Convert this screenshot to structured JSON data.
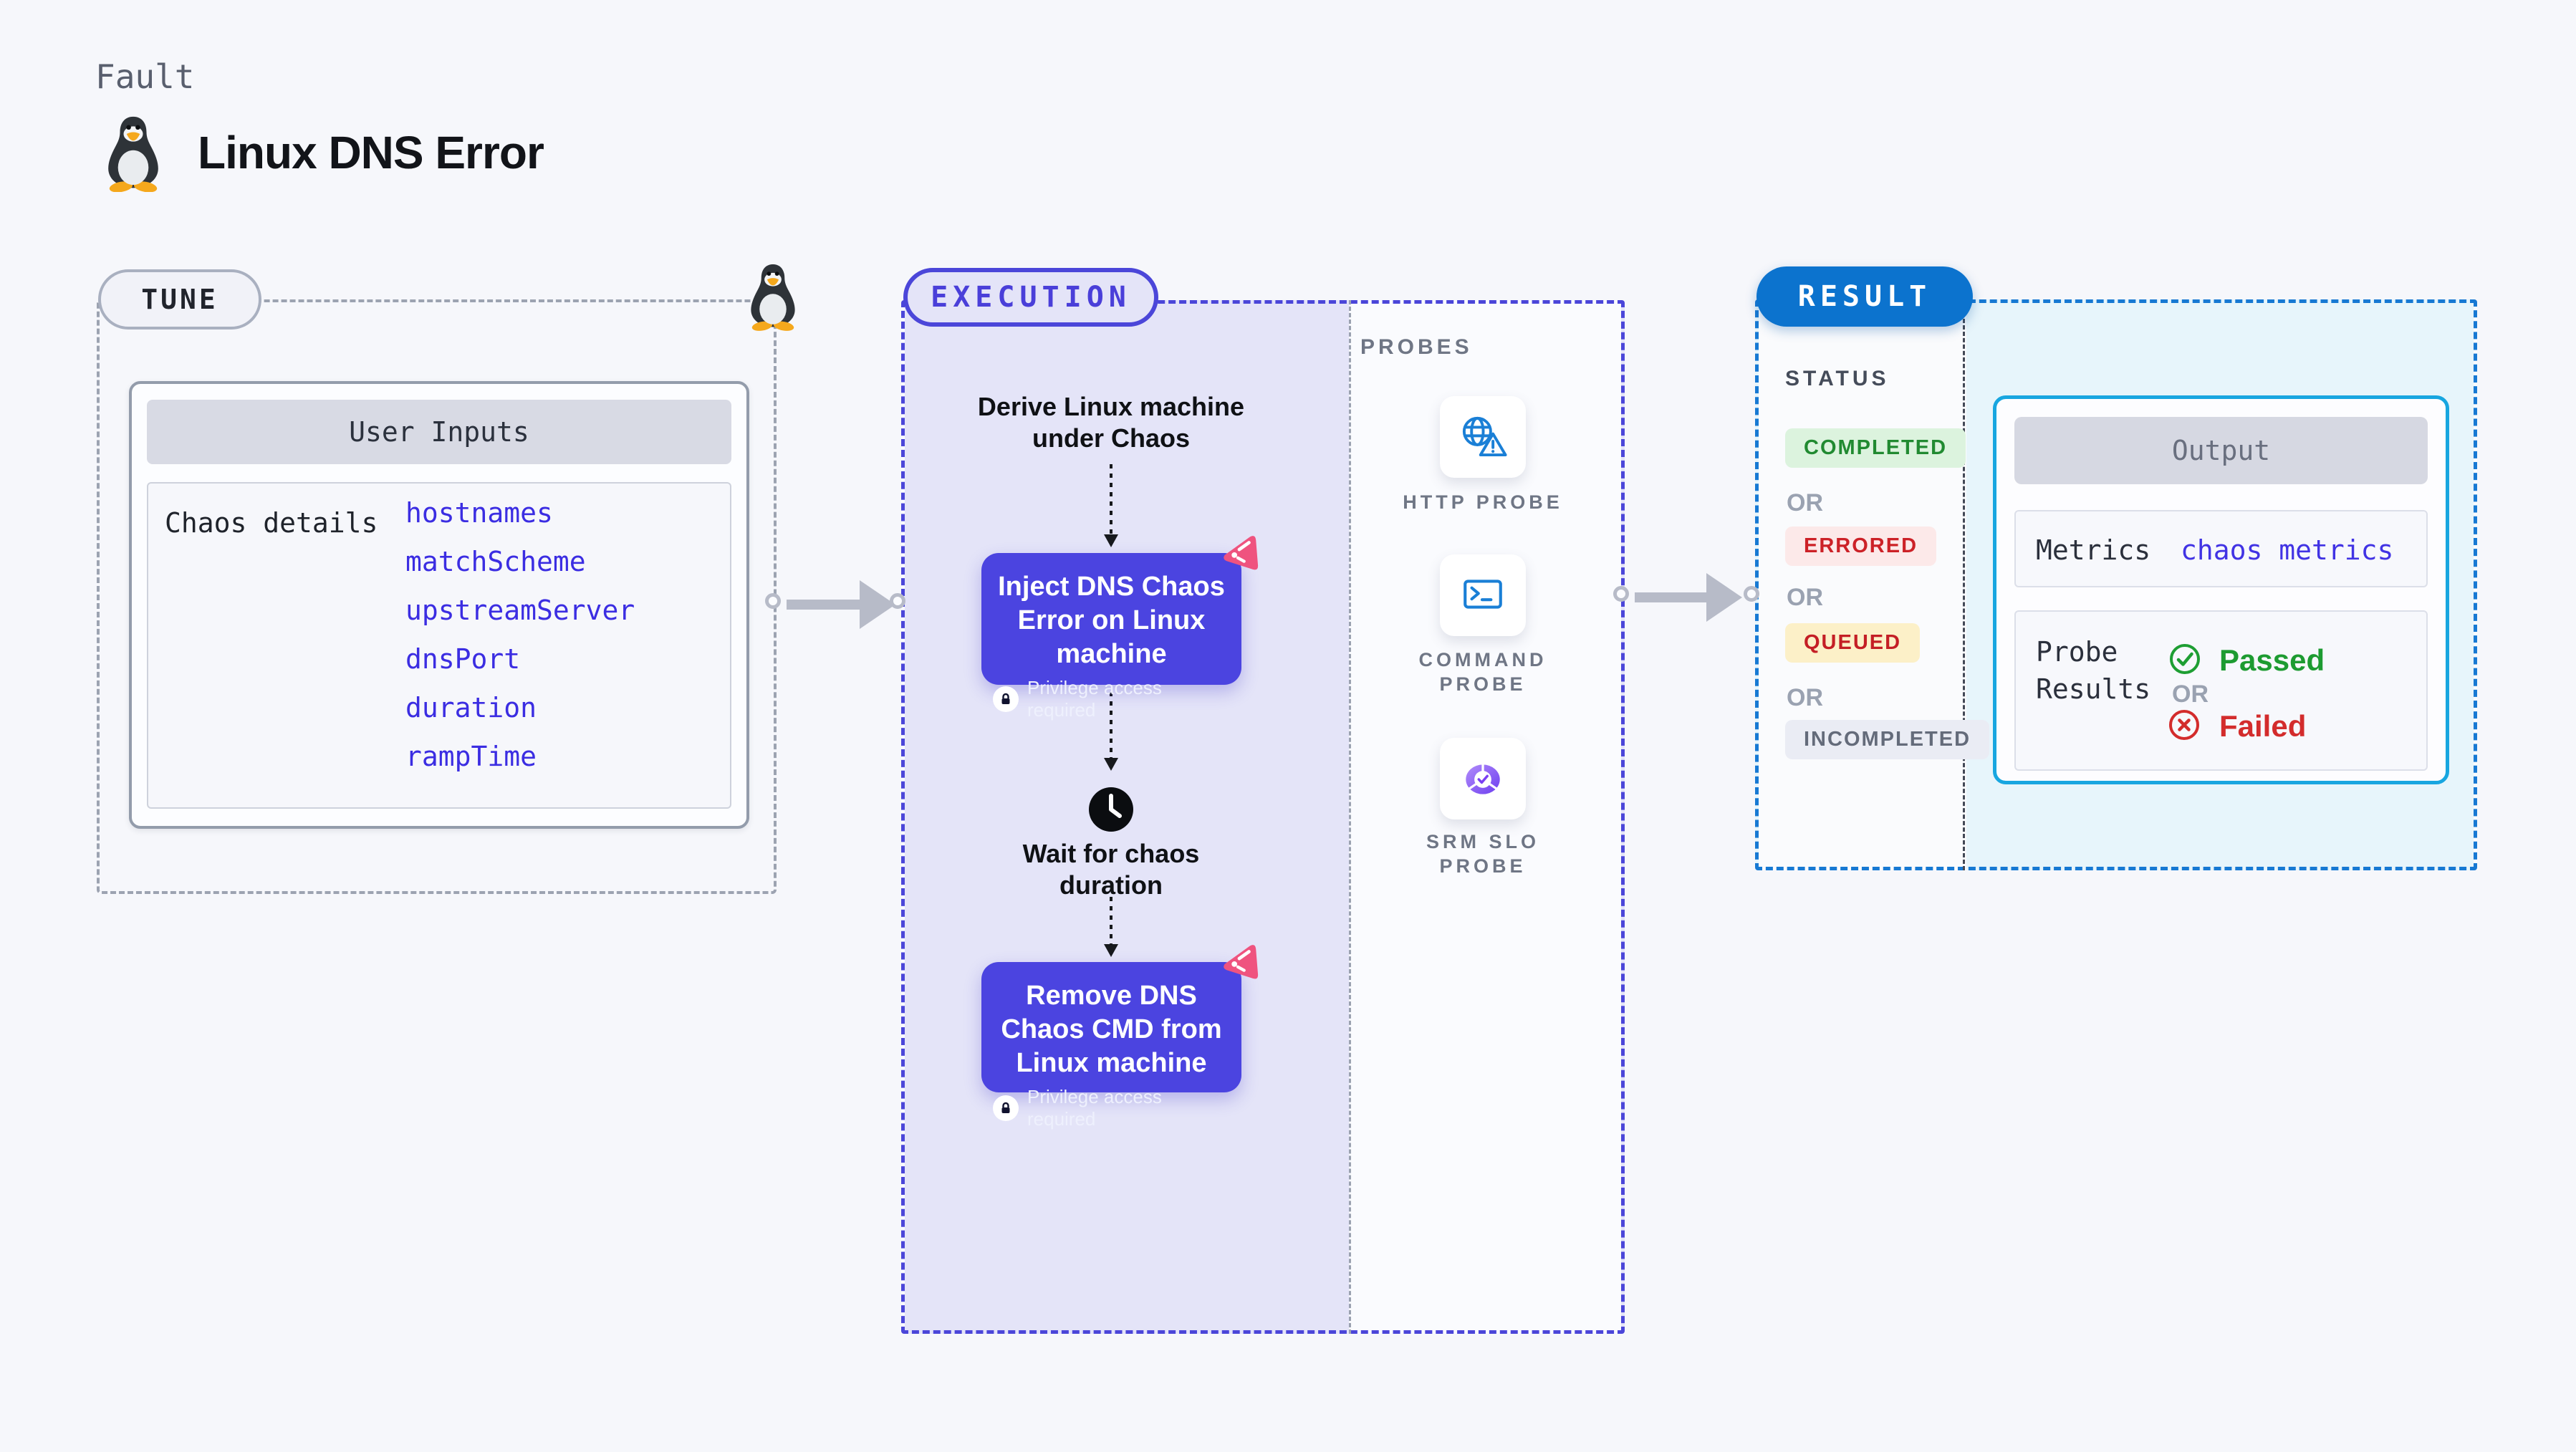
{
  "page": {
    "kind_label": "Fault",
    "title": "Linux DNS Error"
  },
  "tune": {
    "label": "TUNE",
    "card_title": "User Inputs",
    "row_label": "Chaos details",
    "params": [
      "hostnames",
      "matchScheme",
      "upstreamServer",
      "dnsPort",
      "duration",
      "rampTime"
    ]
  },
  "execution": {
    "label": "EXECUTION",
    "derive_text": "Derive Linux machine under Chaos",
    "wait_text": "Wait for chaos duration",
    "steps": [
      {
        "title": "Inject DNS Chaos Error on Linux machine",
        "badge": "Privilege access required"
      },
      {
        "title": "Remove DNS Chaos CMD from Linux machine",
        "badge": "Privilege access required"
      }
    ]
  },
  "probes": {
    "label": "PROBES",
    "items": [
      {
        "name": "HTTP PROBE",
        "icon": "globe-warning-icon"
      },
      {
        "name": "COMMAND PROBE",
        "icon": "terminal-icon"
      },
      {
        "name": "SRM SLO PROBE",
        "icon": "slo-gauge-icon"
      }
    ]
  },
  "result": {
    "label": "RESULT",
    "status_label": "STATUS",
    "or_label": "OR",
    "statuses": [
      {
        "label": "COMPLETED",
        "bg": "#dcf3de",
        "fg": "#218a31"
      },
      {
        "label": "ERRORED",
        "bg": "#fce9e9",
        "fg": "#cc2127"
      },
      {
        "label": "QUEUED",
        "bg": "#fcf0c8",
        "fg": "#c41e25"
      },
      {
        "label": "INCOMPLETED",
        "bg": "#eaecf4",
        "fg": "#646b7a"
      }
    ],
    "output": {
      "title": "Output",
      "metrics_label": "Metrics",
      "metrics_value": "chaos metrics",
      "probe_results_label": "Probe Results",
      "passed_label": "Passed",
      "or_label": "OR",
      "failed_label": "Failed"
    }
  },
  "colors": {
    "page_bg": "#f6f7fb",
    "indigo_border": "#4b46d9",
    "indigo_text": "#4a3fd9",
    "lavender": "#e4e4f8",
    "node_purple": "#4b44e0",
    "chaos_pink": "#ef537f",
    "tune_gray": "#9ca3b1",
    "result_blue": "#0c73ce",
    "result_dash": "#1779d3",
    "cyan_panel": "#e7f5fb",
    "output_border": "#18a6e0",
    "param_blue": "#3b2de2",
    "passed_green": "#1d9b31",
    "failed_red": "#d32c2c",
    "or_gray": "#9aa2b1",
    "arrow_gray": "#b7bbc8",
    "probe_icon_blue": "#1a7fd6"
  }
}
